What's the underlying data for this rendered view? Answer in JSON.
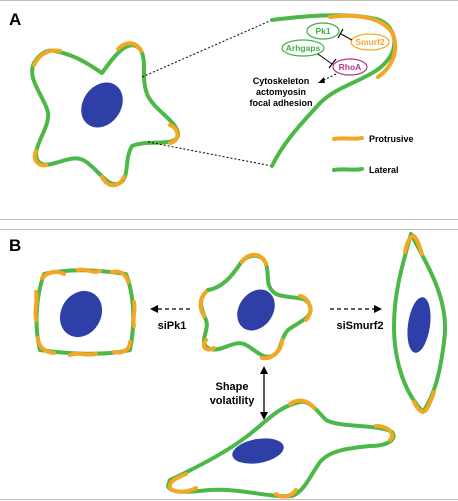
{
  "panel_a": {
    "letter": "A",
    "nodes": {
      "pk1": "Pk1",
      "arhgaps": "Arhgaps",
      "smurf2": "Smurf2",
      "rhoa": "RhoA"
    },
    "outcome_lines": [
      "Cytoskeleton",
      "actomyosin",
      "focal adhesion"
    ],
    "legend": [
      {
        "label": "Protrusive",
        "color": "#f5a623"
      },
      {
        "label": "Lateral",
        "color": "#4cb848"
      }
    ]
  },
  "panel_b": {
    "letter": "B",
    "left_arrow_label": "siPk1",
    "right_arrow_label": "siSmurf2",
    "down_arrow_label_lines": [
      "Shape",
      "volatility"
    ]
  },
  "colors": {
    "protrusive": "#f5a623",
    "lateral": "#4cb848",
    "nucleus": "#2f3fa8",
    "node_green": "#3cb043",
    "node_orange": "#f5a623",
    "node_pink": "#b03a8c"
  }
}
